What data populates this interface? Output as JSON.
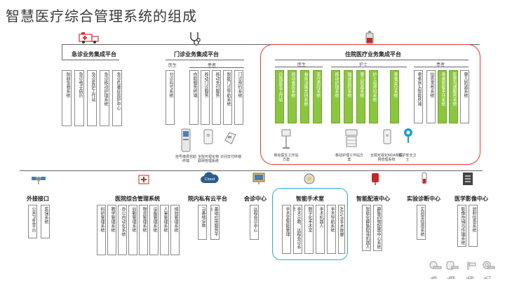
{
  "title": "智慧医疗综合管理系统的组成",
  "upper": {
    "emergency": {
      "name": "急诊业务集成平台",
      "boxes": [
        "院前急救系统",
        "急诊电子病历",
        "急诊医护工作站",
        "急诊移动护理系统",
        "急诊危重症监护中心"
      ]
    },
    "outpatient": {
      "name": "门诊业务集成平台",
      "doctor_label": "医生",
      "patient_label": "患者",
      "doctor_box": "分诊叫号系统",
      "patient_boxes": [
        "自助服务终端",
        "移动门诊服务",
        "移动支付服务",
        "智能门诊导航系统",
        "门诊预约系统"
      ],
      "devices": [
        "挂号缴费自助终端",
        "全院可视化物联网管理系统",
        "诊间支付终端"
      ]
    },
    "inpatient": {
      "name": "住院医疗业务集成平台",
      "doctor_label": "医生",
      "nurse_label": "护士",
      "patient_label": "患者",
      "doctor_boxes": [
        "住院医生工作站",
        "移动查房系统",
        "临床决策支持系统",
        "医疗质控系统"
      ],
      "nurse_boxes": [
        "移动护理系统",
        "输液监控系统",
        "婴儿防盗系统",
        "护士站呼叫系统",
        "患者定位系统"
      ],
      "patient_boxes": [
        "患者床头智能终端",
        "信息发布系统",
        "患者智能手环系统",
        "医患沟通服务系统",
        "婴儿防盗系统"
      ],
      "devices": [
        "移动医生工作站方案",
        "移动护理工作站方案",
        "全院可视化NDA物联网管理系统",
        "医护安全卫士"
      ]
    }
  },
  "lower": {
    "interface": {
      "name": "外接接口",
      "boxes": [
        "公共卫生平台",
        "医保系统"
      ]
    },
    "hospital_mgmt": {
      "name": "医院综合管理系统",
      "boxes": [
        "科研管理系统",
        "教学管理系统",
        "办公自动化系统",
        "后勤管理系统",
        "物资管理系统",
        "设备管理系统",
        "人事管理系统",
        "绩效管理系统"
      ]
    },
    "private_cloud": {
      "name": "院内私有云平台",
      "cloud_label": "Cloud",
      "boxes": [
        "IT基础设施",
        "基础应用服务平台"
      ]
    },
    "meeting": {
      "name": "会诊中心",
      "boxes": [
        "远程会诊中心"
      ]
    },
    "surgery": {
      "name": "智能手术室",
      "boxes": [
        "手术室智能管理",
        "手术示教、远程会诊系统",
        "数字化手术室",
        "手术机器人",
        "手术导航系统",
        "AR/VR手术观摩"
      ]
    },
    "pharmacy": {
      "name": "智能配液中心",
      "boxes": [
        "智能化静脉配液机器人",
        "静脉药物配置中心系统"
      ]
    },
    "lab": {
      "name": "实验诊断中心",
      "boxes": [
        "实验室信息系统"
      ]
    },
    "imaging": {
      "name": "医学影像中心",
      "boxes": [
        "影像存储与传输系统",
        "放射信息系统"
      ]
    }
  },
  "footer_devices": [
    "uMI",
    "uMR",
    "uDR",
    "uCT"
  ],
  "colors": {
    "frame_red": "#e53935",
    "frame_blue": "#29a8e0",
    "green": "#8cc63f"
  }
}
